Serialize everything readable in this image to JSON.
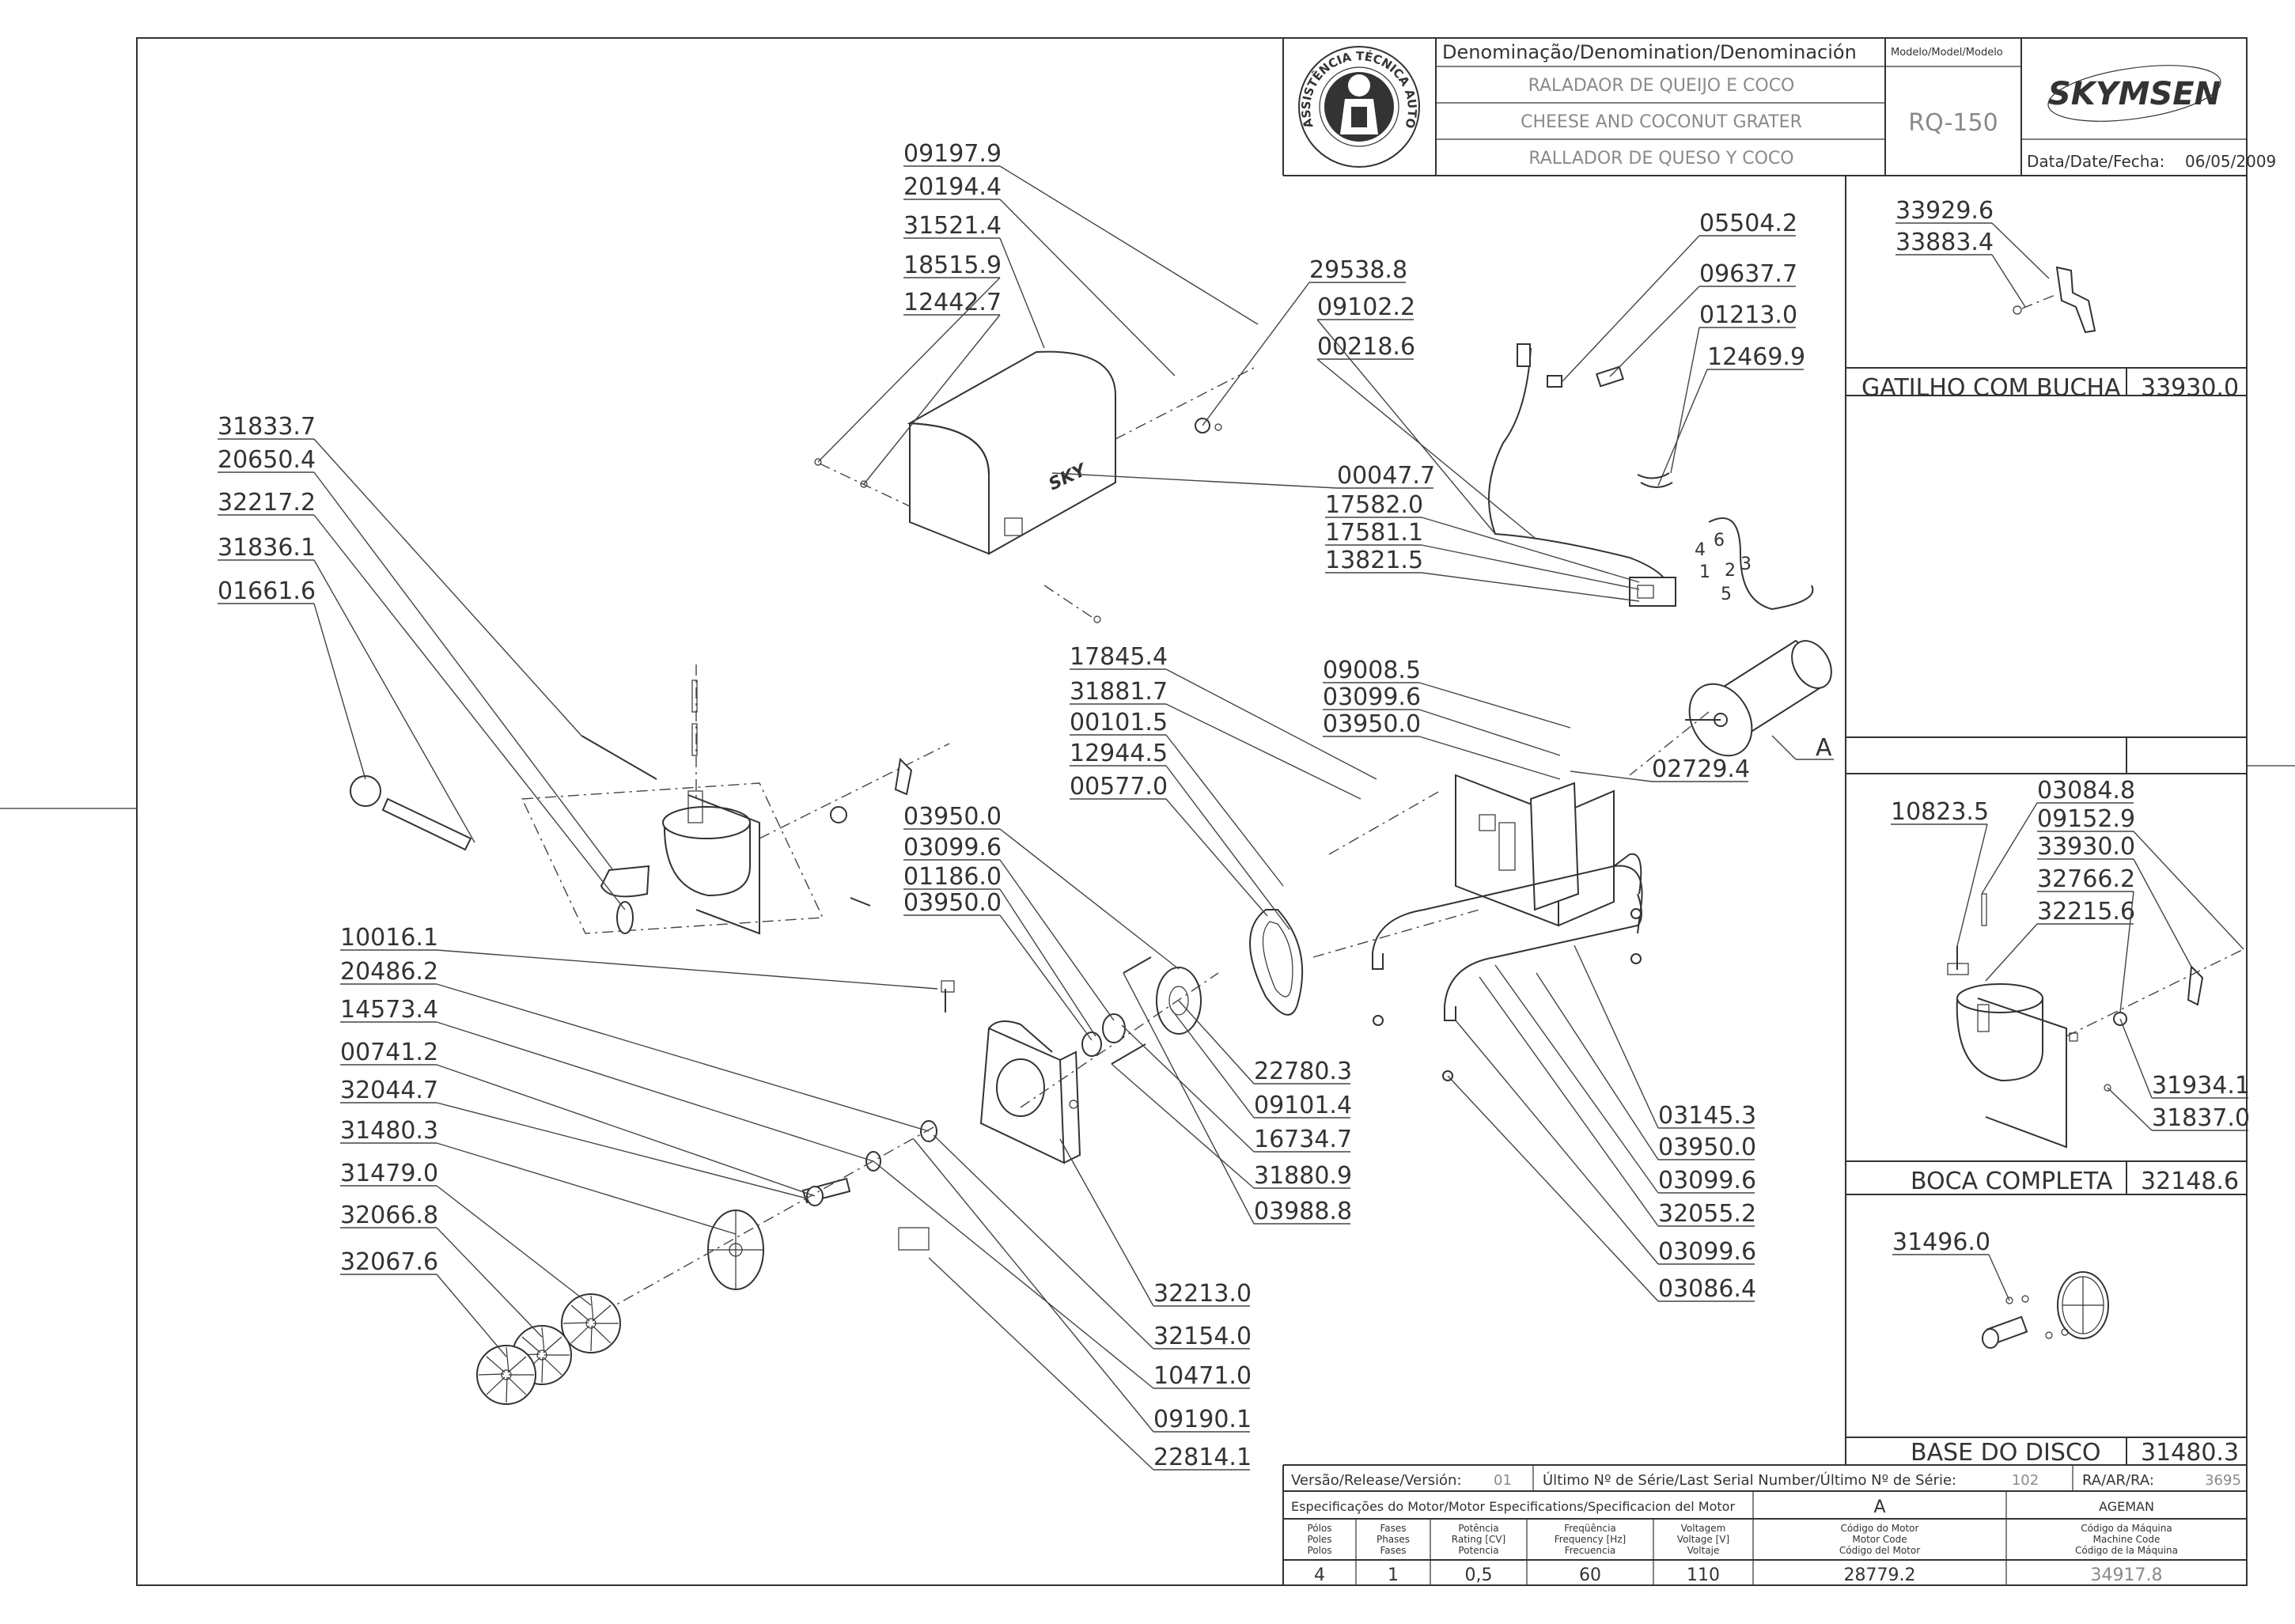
{
  "title_block": {
    "denomination_header": "Denominação/Denomination/Denominación",
    "model_header": "Modelo/Model/Modelo",
    "name_pt": "RALADAOR DE QUEIJO E COCO",
    "name_en": "CHEESE AND COCONUT GRATER",
    "name_es": "RALLADOR DE QUESO Y COCO",
    "model": "RQ-150",
    "brand": "SKYMSEN",
    "date_label": "Data/Date/Fecha:",
    "date": "06/05/2009",
    "seal_text": "ASSISTÊNCIA TÉCNICA AUTORIZADA"
  },
  "subassemblies": [
    {
      "name": "GATILHO COM BUCHA",
      "code": "33930.0"
    },
    {
      "name": "BOCA COMPLETA",
      "code": "32148.6"
    },
    {
      "name": "BASE DO DISCO",
      "code": "31480.3"
    }
  ],
  "part_labels": [
    "09197.9",
    "20194.4",
    "31521.4",
    "18515.9",
    "12442.7",
    "29538.8",
    "09102.2",
    "00218.6",
    "05504.2",
    "09637.7",
    "01213.0",
    "12469.9",
    "00047.7",
    "17582.0",
    "17581.1",
    "13821.5",
    "31833.7",
    "20650.4",
    "32217.2",
    "31836.1",
    "01661.6",
    "17845.4",
    "31881.7",
    "00101.5",
    "12944.5",
    "00577.0",
    "09008.5",
    "03099.6",
    "03950.0",
    "02729.4",
    "03950.0",
    "03099.6",
    "01186.0",
    "03950.0",
    "10016.1",
    "20486.2",
    "14573.4",
    "00741.2",
    "32044.7",
    "31480.3",
    "31479.0",
    "32066.8",
    "32067.6",
    "22780.3",
    "09101.4",
    "16734.7",
    "31880.9",
    "03988.8",
    "03145.3",
    "03950.0",
    "03099.6",
    "32055.2",
    "03099.6",
    "03086.4",
    "32213.0",
    "32154.0",
    "10471.0",
    "09190.1",
    "22814.1",
    "33929.6",
    "33883.4",
    "10823.5",
    "03084.8",
    "09152.9",
    "33930.0",
    "32766.2",
    "32215.6",
    "31934.1",
    "31837.0",
    "31496.0"
  ],
  "callouts": {
    "motor_callout": "A",
    "wire_numbers": [
      "4",
      "6",
      "1",
      "2",
      "3",
      "5"
    ]
  },
  "bottom_block": {
    "version_label": "Versão/Release/Versión:",
    "version": "01",
    "serial_label": "Último Nº de Série/Last Serial Number/Último Nº de Série:",
    "serial": "102",
    "ra_label": "RA/AR/RA:",
    "ra": "3695",
    "motor_spec_label": "Especificações do Motor/Motor Especifications/Specificacion del Motor",
    "motor_id": "A",
    "machine_code_header": "AGEMAN",
    "columns": [
      [
        "Pólos",
        "Poles",
        "Polos"
      ],
      [
        "Fases",
        "Phases",
        "Fases"
      ],
      [
        "Potência",
        "Rating [CV]",
        "Potencia"
      ],
      [
        "Freqüência",
        "Frequency [Hz]",
        "Frecuencia"
      ],
      [
        "Voltagem",
        "Voltage [V]",
        "Voltaje"
      ],
      [
        "Código do Motor",
        "Motor Code",
        "Código del Motor"
      ],
      [
        "Código da Máquina",
        "Machine Code",
        "Código de la Máquina"
      ]
    ],
    "values": [
      "4",
      "1",
      "0,5",
      "60",
      "110",
      "28779.2",
      "34917.8"
    ]
  }
}
